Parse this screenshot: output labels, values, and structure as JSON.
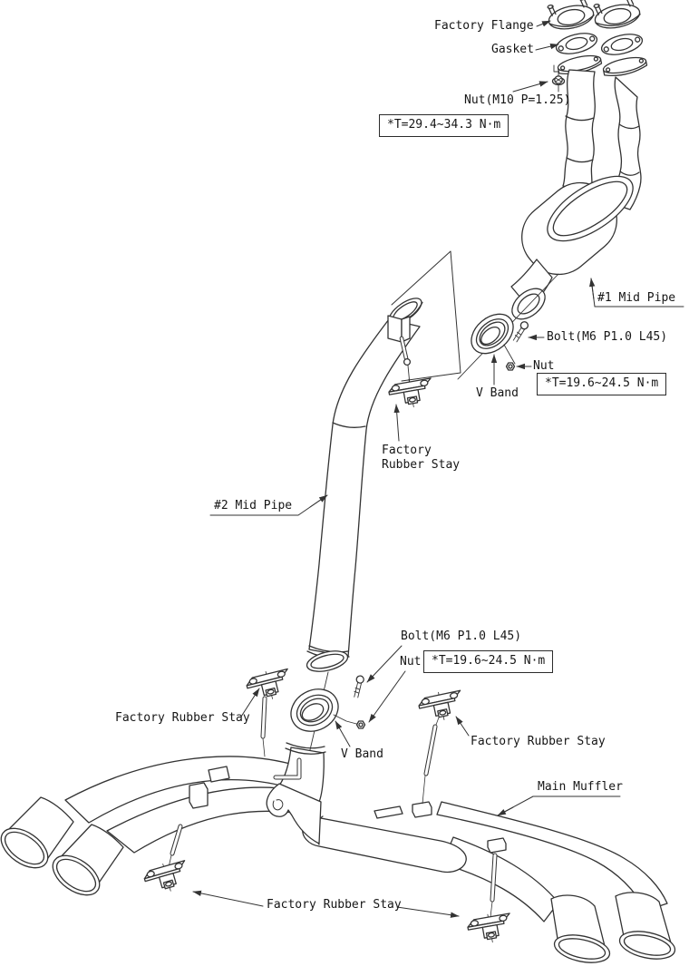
{
  "diagram": {
    "type": "exhaust-system-installation-diagram",
    "colors": {
      "background": "#ffffff",
      "line": "#333333",
      "text": "#161616"
    },
    "annotations": {
      "factory_flange": {
        "label": "Factory Flange"
      },
      "gasket": {
        "label": "Gasket"
      },
      "nut_m10": {
        "label": "Nut(M10 P=1.25)"
      },
      "torque_flange": {
        "label": "*T=29.4~34.3 N·m",
        "boxed": true
      },
      "mid_pipe_1": {
        "label": "#1 Mid Pipe",
        "underlined": true
      },
      "bolt_upper": {
        "label": "Bolt(M6 P1.0 L45)"
      },
      "nut_upper": {
        "label": "Nut"
      },
      "torque_v_band_upper": {
        "label": "*T=19.6~24.5 N·m",
        "boxed": true
      },
      "v_band_upper": {
        "label": "V Band"
      },
      "rubber_stay_mid": {
        "line1": "Factory",
        "line2": "Rubber Stay"
      },
      "mid_pipe_2": {
        "label": "#2 Mid Pipe",
        "underlined": true
      },
      "bolt_lower": {
        "label": "Bolt(M6 P1.0 L45)"
      },
      "nut_lower": {
        "label": "Nut"
      },
      "torque_v_band_lower": {
        "label": "*T=19.6~24.5 N·m",
        "boxed": true
      },
      "v_band_lower": {
        "label": "V Band"
      },
      "rubber_stay_left": {
        "label": "Factory Rubber Stay"
      },
      "rubber_stay_right": {
        "label": "Factory Rubber Stay"
      },
      "main_muffler": {
        "label": "Main Muffler",
        "underlined": true
      },
      "rubber_stay_bottom": {
        "label": "Factory Rubber Stay"
      }
    }
  }
}
